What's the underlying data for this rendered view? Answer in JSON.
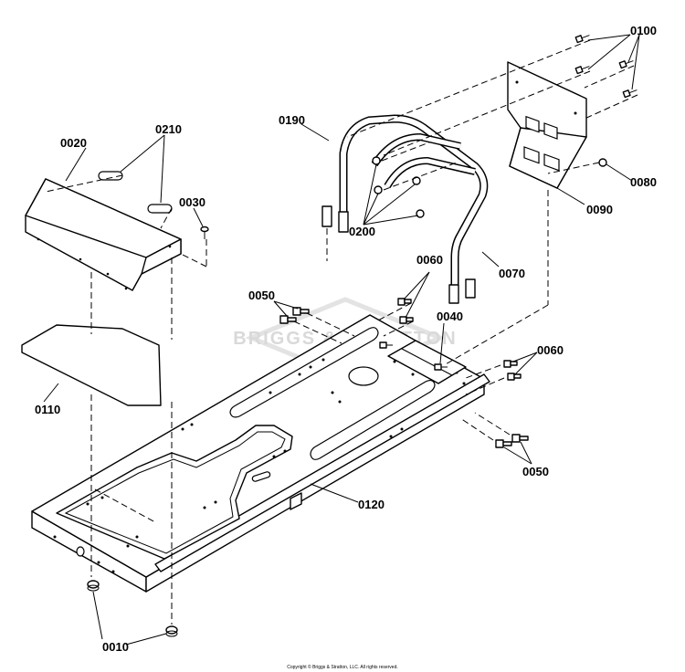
{
  "watermark": "BRIGGS & STRATTON",
  "copyright": "Copyright © Briggs & Stratton, LLC. All rights reserved.",
  "callouts": [
    {
      "id": "c0010",
      "text": "0010"
    },
    {
      "id": "c0020",
      "text": "0020"
    },
    {
      "id": "c0030",
      "text": "0030"
    },
    {
      "id": "c0040",
      "text": "0040"
    },
    {
      "id": "c0050a",
      "text": "0050"
    },
    {
      "id": "c0050b",
      "text": "0050"
    },
    {
      "id": "c0060a",
      "text": "0060"
    },
    {
      "id": "c0060b",
      "text": "0060"
    },
    {
      "id": "c0070",
      "text": "0070"
    },
    {
      "id": "c0080",
      "text": "0080"
    },
    {
      "id": "c0090",
      "text": "0090"
    },
    {
      "id": "c0100",
      "text": "0100"
    },
    {
      "id": "c0110",
      "text": "0110"
    },
    {
      "id": "c0120",
      "text": "0120"
    },
    {
      "id": "c0190",
      "text": "0190"
    },
    {
      "id": "c0200",
      "text": "0200"
    },
    {
      "id": "c0210",
      "text": "0210"
    }
  ]
}
